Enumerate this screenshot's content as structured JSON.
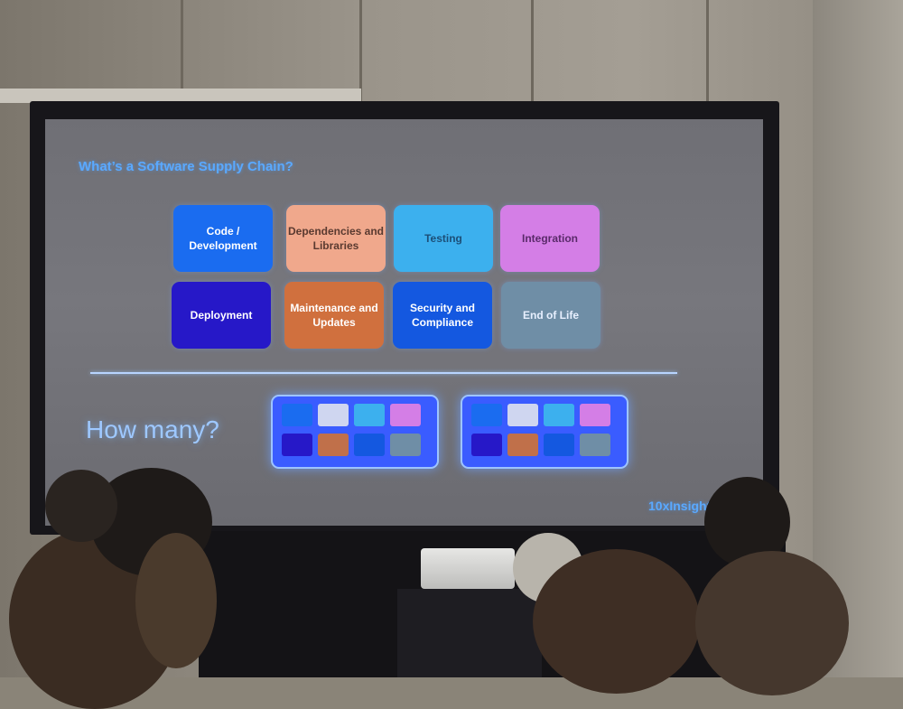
{
  "slide": {
    "title": "What’s a Software Supply Chain?",
    "boxes": [
      {
        "label": "Code / Development",
        "color": "#1a6cf0",
        "text_color": "#ffffff"
      },
      {
        "label": "Dependencies and Libraries",
        "color": "#f0a88c",
        "text_color": "#5a3a30"
      },
      {
        "label": "Testing",
        "color": "#3cb0ee",
        "text_color": "#1c4f78"
      },
      {
        "label": "Integration",
        "color": "#d47ee6",
        "text_color": "#5a2a6a"
      },
      {
        "label": "Deployment",
        "color": "#2618c8",
        "text_color": "#ffffff"
      },
      {
        "label": "Maintenance and Updates",
        "color": "#d0703e",
        "text_color": "#ffffff"
      },
      {
        "label": "Security and Compliance",
        "color": "#1458e0",
        "text_color": "#ffffff"
      },
      {
        "label": "End of Life",
        "color": "#6f8ea6",
        "text_color": "#e8f0ff"
      }
    ],
    "question": "How many?",
    "brand": "10xInsight"
  },
  "colors": {
    "mini_palette": [
      "#1a6cf0",
      "#cfd6f0",
      "#3cb0ee",
      "#d47ee6",
      "#2618c8",
      "#c0704a",
      "#1458e0",
      "#6f8ea6"
    ]
  }
}
